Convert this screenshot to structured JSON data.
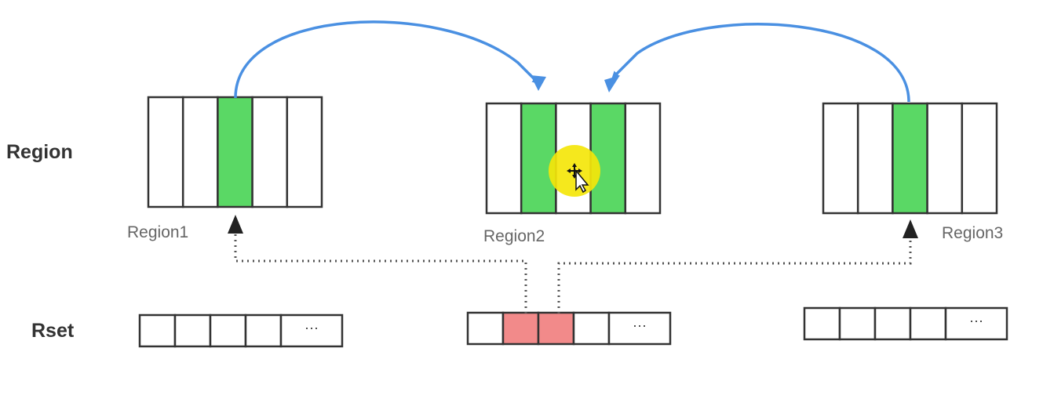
{
  "labels": {
    "region_row": "Region",
    "rset_row": "Rset"
  },
  "regions": [
    {
      "name": "Region1",
      "cells": 5,
      "highlighted": [
        2
      ]
    },
    {
      "name": "Region2",
      "cells": 5,
      "highlighted": [
        1,
        3
      ]
    },
    {
      "name": "Region3",
      "cells": 5,
      "highlighted": [
        2
      ]
    }
  ],
  "rsets": [
    {
      "cells": 4,
      "highlighted": [],
      "more": "···"
    },
    {
      "cells": 4,
      "highlighted": [
        1,
        2
      ],
      "more": "···"
    },
    {
      "cells": 4,
      "highlighted": [],
      "more": "···"
    }
  ],
  "colors": {
    "card_highlight": "#5ad865",
    "rset_highlight": "#f28a8a",
    "arrow_blue": "#4a90e2",
    "dotted_line": "#555555",
    "cursor_highlight": "#f4e60a"
  },
  "cursor": {
    "icon": "move-cursor-icon"
  }
}
